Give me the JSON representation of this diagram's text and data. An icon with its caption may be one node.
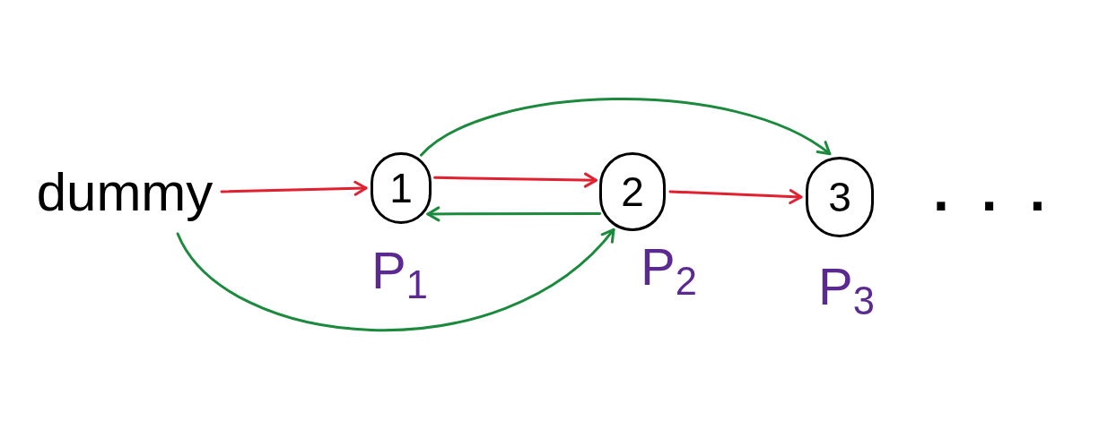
{
  "diagram": {
    "nodes": [
      {
        "text": [
          "dummy"
        ]
      },
      {
        "text": [
          "1"
        ],
        "beside": [
          "P$_{1}$"
        ]
      },
      {
        "text": [
          "2"
        ],
        "beside": [
          "P$_{2}$"
        ]
      },
      {
        "text": [
          "3"
        ],
        "beside": [
          "P$_{3}$"
        ]
      }
    ],
    "edges": [
      {
        "from": 0,
        "to": 1,
        "arrow": "to",
        "color": "#e2202f"
      },
      {
        "from": 1,
        "to": 3,
        "arrow": "to",
        "color": "#1b8a3c"
      },
      {
        "from": 1,
        "to": 2,
        "arrow": "to",
        "color": "#e2202f"
      },
      {
        "from": 2,
        "to": 1,
        "arrow": "to",
        "color": "#1b8a3c"
      },
      {
        "from": 2,
        "to": 3,
        "arrow": "to",
        "color": "#e2202f"
      },
      {
        "from": 0,
        "to": 2,
        "arrow": "to",
        "color": "#1b8a3c"
      }
    ],
    "labels": [
      "..."
    ]
  }
}
